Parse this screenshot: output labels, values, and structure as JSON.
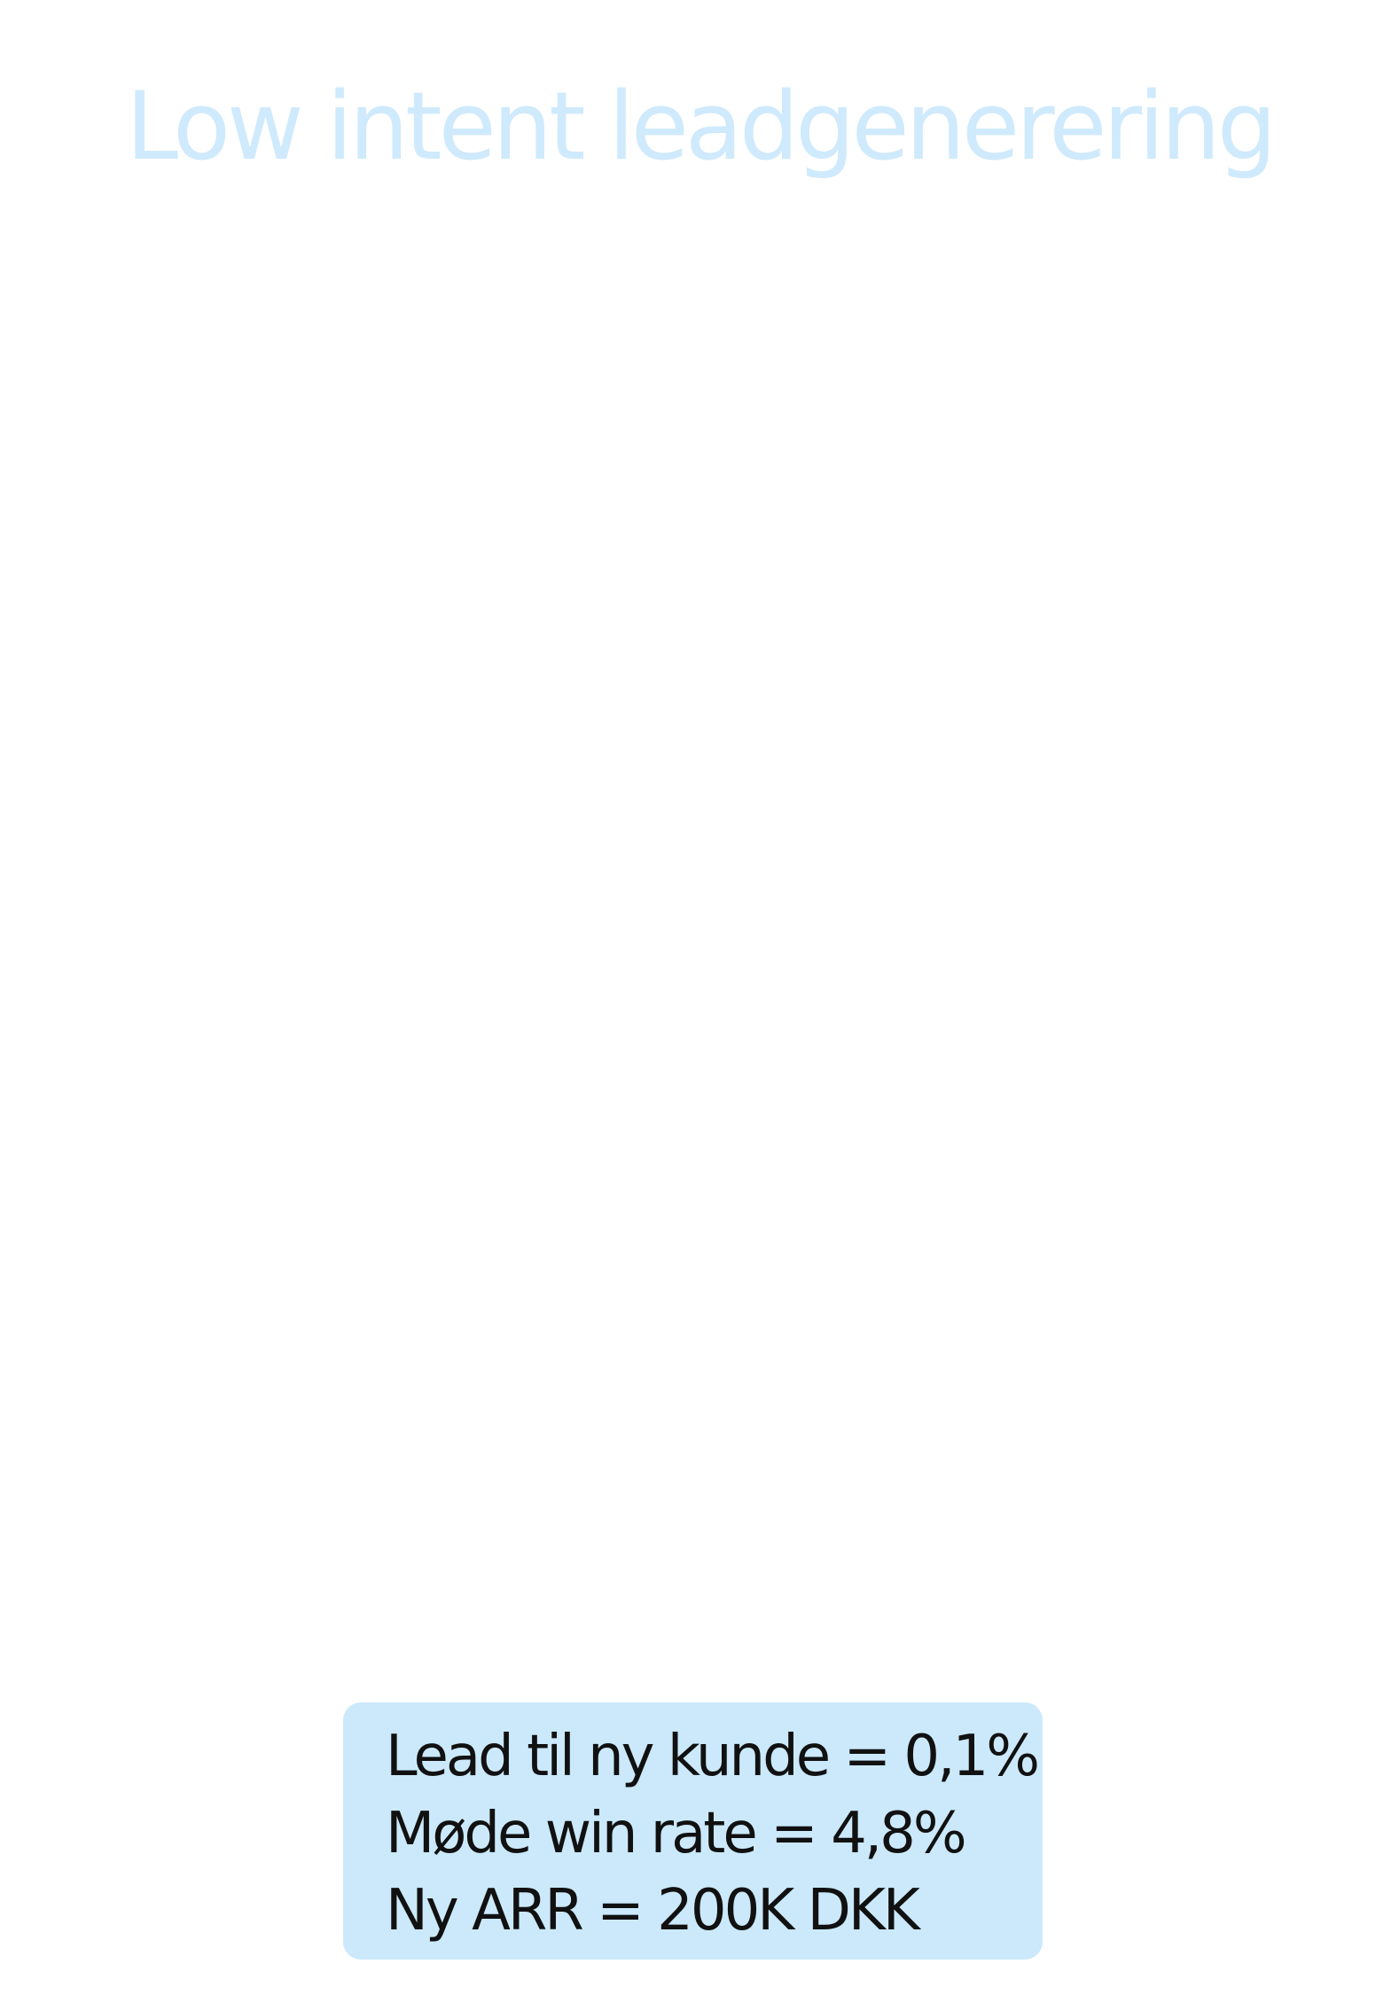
{
  "title": "Low intent leadgenerering",
  "stats": [
    "Lead til ny kunde = 0,1%",
    "Møde win rate = 4,8%",
    "Ny ARR = 200K DKK"
  ],
  "colors": {
    "title": "#cfeafc",
    "box_background": "#cbe9fb",
    "text": "#111111"
  }
}
